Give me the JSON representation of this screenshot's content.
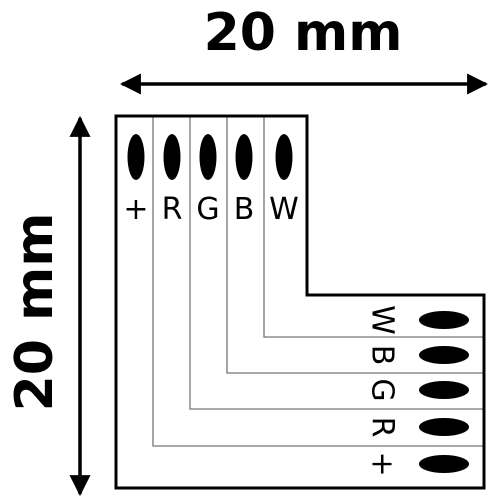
{
  "dimensions": {
    "width_label": "20 mm",
    "height_label": "20 mm"
  },
  "top_pins": [
    "+",
    "R",
    "G",
    "B",
    "W"
  ],
  "right_pins": [
    "W",
    "B",
    "G",
    "R",
    "+"
  ],
  "colors": {
    "outline": "#000000",
    "trace": "#777777",
    "pad": "#000000",
    "background": "#ffffff"
  },
  "icons": {
    "arrow": "double-headed-arrow",
    "pad": "solder-pad-oval"
  }
}
